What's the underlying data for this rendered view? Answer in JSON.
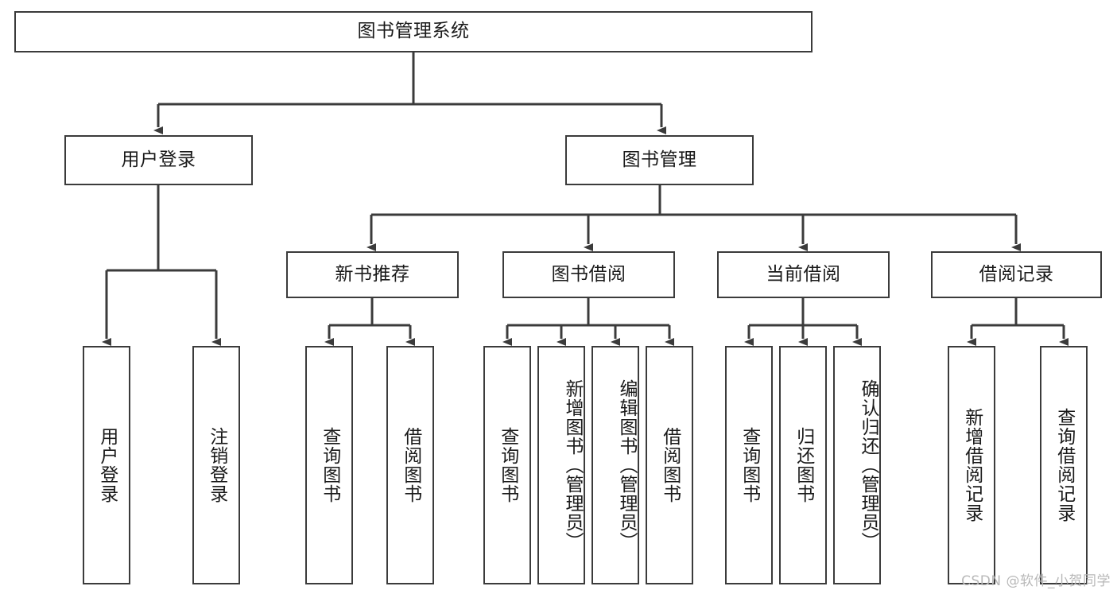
{
  "diagram": {
    "type": "tree",
    "title": "图书管理系统",
    "stroke_color": "#3b3b3b",
    "fill_color": "#ffffff",
    "text_color": "#1a1a1a",
    "levels": [
      {
        "level": 1,
        "nodes": [
          {
            "id": "root",
            "label": "图书管理系统",
            "orientation": "horizontal"
          }
        ]
      },
      {
        "level": 2,
        "nodes": [
          {
            "id": "login",
            "label": "用户登录",
            "orientation": "horizontal",
            "parent": "root"
          },
          {
            "id": "bookmgmt",
            "label": "图书管理",
            "orientation": "horizontal",
            "parent": "root"
          }
        ]
      },
      {
        "level": 3,
        "nodes": [
          {
            "id": "newbook",
            "label": "新书推荐",
            "orientation": "horizontal",
            "parent": "bookmgmt"
          },
          {
            "id": "borrow",
            "label": "图书借阅",
            "orientation": "horizontal",
            "parent": "bookmgmt"
          },
          {
            "id": "current",
            "label": "当前借阅",
            "orientation": "horizontal",
            "parent": "bookmgmt"
          },
          {
            "id": "records",
            "label": "借阅记录",
            "orientation": "horizontal",
            "parent": "bookmgmt"
          }
        ]
      },
      {
        "level": 4,
        "nodes": [
          {
            "id": "leaf-1",
            "label": "用户登录",
            "orientation": "vertical",
            "parent": "login"
          },
          {
            "id": "leaf-2",
            "label": "注销登录",
            "orientation": "vertical",
            "parent": "login"
          },
          {
            "id": "leaf-3",
            "label": "查询图书",
            "orientation": "vertical",
            "parent": "newbook"
          },
          {
            "id": "leaf-4",
            "label": "借阅图书",
            "orientation": "vertical",
            "parent": "newbook"
          },
          {
            "id": "leaf-5",
            "label": "查询图书",
            "orientation": "vertical",
            "parent": "borrow"
          },
          {
            "id": "leaf-6",
            "label": "新增图书（管理员）",
            "orientation": "vertical",
            "parent": "borrow"
          },
          {
            "id": "leaf-7",
            "label": "编辑图书（管理员）",
            "orientation": "vertical",
            "parent": "borrow"
          },
          {
            "id": "leaf-8",
            "label": "借阅图书",
            "orientation": "vertical",
            "parent": "borrow"
          },
          {
            "id": "leaf-9",
            "label": "查询图书",
            "orientation": "vertical",
            "parent": "current"
          },
          {
            "id": "leaf-10",
            "label": "归还图书",
            "orientation": "vertical",
            "parent": "current"
          },
          {
            "id": "leaf-11",
            "label": "确认归还（管理员）",
            "orientation": "vertical",
            "parent": "current"
          },
          {
            "id": "leaf-12",
            "label": "新增借阅记录",
            "orientation": "vertical",
            "parent": "records"
          },
          {
            "id": "leaf-13",
            "label": "查询借阅记录",
            "orientation": "vertical",
            "parent": "records"
          }
        ]
      }
    ]
  },
  "watermark": {
    "text": "CSDN @软件_小贺同学"
  }
}
